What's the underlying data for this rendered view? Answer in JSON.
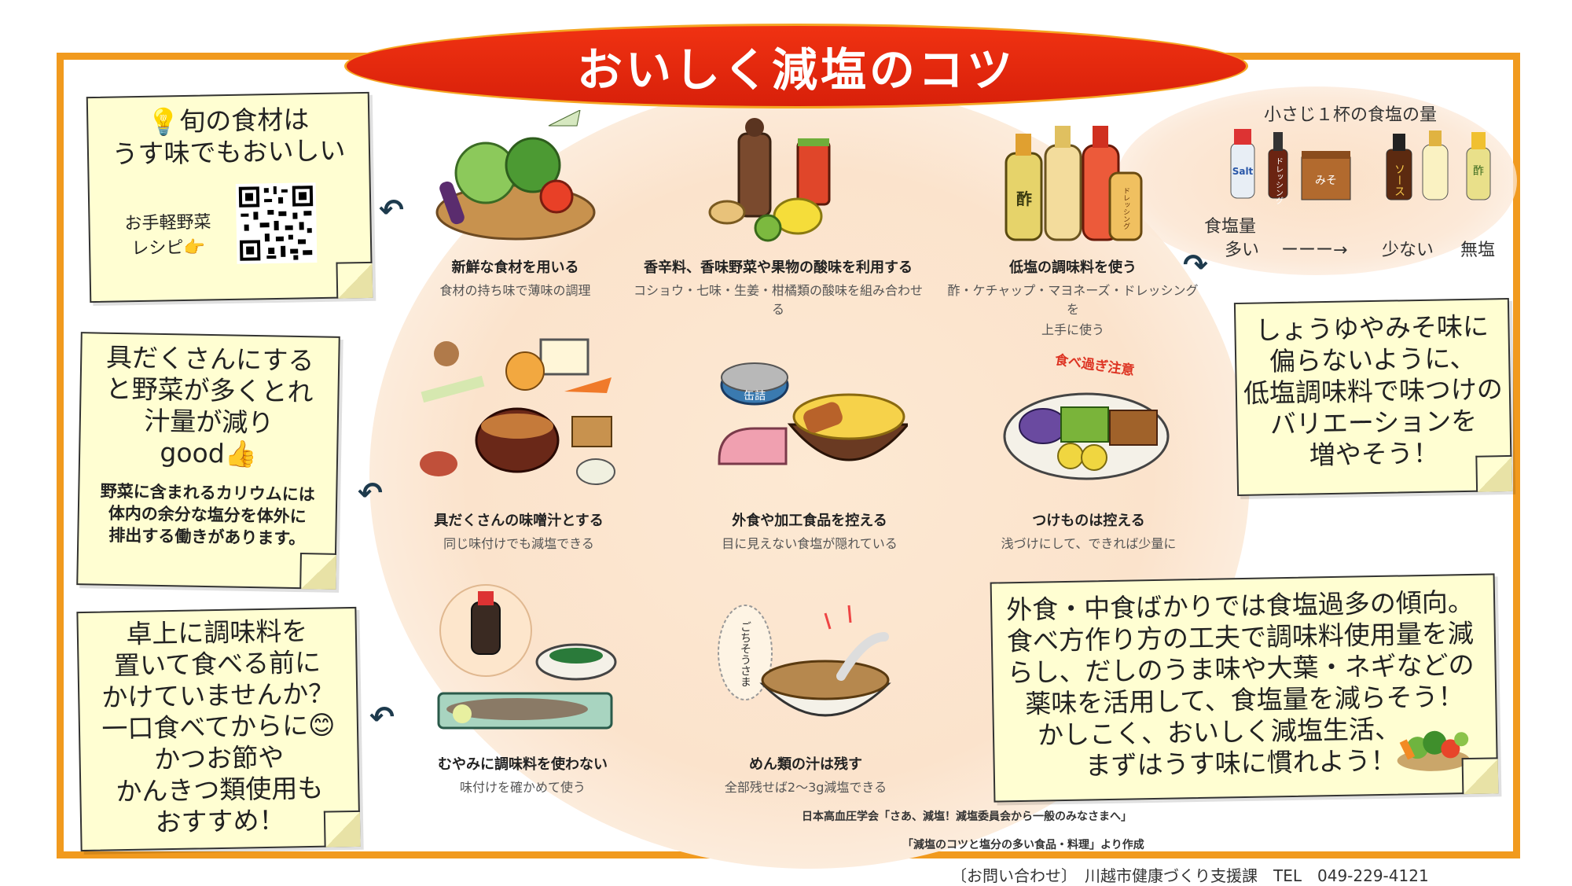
{
  "title": "おいしく減塩のコツ",
  "notes": {
    "seasonal": {
      "line1": "旬の食材は",
      "line2": "うす味でもおいしい",
      "recipe1": "お手軽野菜",
      "recipe2": "レシピ"
    },
    "ingredients": {
      "l1": "具だくさんにする",
      "l2": "と野菜が多くとれ",
      "l3": "汁量が減り",
      "l4": "good",
      "s1": "野菜に含まれるカリウムには",
      "s2": "体内の余分な塩分を体外に",
      "s3": "排出する働きがあります。"
    },
    "table": {
      "l1": "卓上に調味料を",
      "l2": "置いて食べる前に",
      "l3": "かけていませんか？",
      "l4": "一口食べてからに",
      "l5": "かつお節や",
      "l6": "かんきつ類使用も",
      "l7": "おすすめ！"
    },
    "soy": {
      "l1": "しょうゆやみそ味に",
      "l2": "偏らないように、",
      "l3": "低塩調味料で味つけの",
      "l4": "バリエーションを",
      "l5": "増やそう！"
    },
    "eating_out": {
      "l1": "外食・中食ばかりでは食塩過多の傾向。",
      "l2": "食べ方作り方の工夫で調味料使用量を減",
      "l3": "らし、だしのうま味や大葉・ネギなどの",
      "l4": "薬味を活用して、食塩量を減らそう！",
      "l5": "かしこく、おいしく減塩生活、",
      "l6": "まずはうす味に慣れよう！"
    }
  },
  "tips": [
    {
      "title": "新鮮な食材を用いる",
      "desc": "食材の持ち味で薄味の調理"
    },
    {
      "title": "香辛料、香味野菜や果物の酸味を利用する",
      "desc": "コショウ・七味・生姜・柑橘類の酸味を組み合わせる"
    },
    {
      "title": "低塩の調味料を使う",
      "desc": "酢・ケチャップ・マヨネーズ・ドレッシングを",
      "desc2": "上手に使う"
    },
    {
      "title": "具だくさんの味噌汁とする",
      "desc": "同じ味付けでも減塩できる"
    },
    {
      "title": "外食や加工食品を控える",
      "desc": "目に見えない食塩が隠れている"
    },
    {
      "title": "つけものは控える",
      "desc": "浅づけにして、できれば少量に"
    },
    {
      "title": "むやみに調味料を使わない",
      "desc": "味付けを確かめて使う"
    },
    {
      "title": "めん類の汁は残す",
      "desc": "全部残せば2～3g減塩できる"
    }
  ],
  "salt_chart": {
    "title": "小さじ１杯の食塩の量",
    "label1": "食塩量",
    "label2": "多い",
    "arrow": "ーーー→",
    "less": "少ない",
    "none": "無塩",
    "bottle_salt": "Salt",
    "bottle_dressing": "ドレッシング",
    "box_miso": "みそ",
    "bottle_sauce": "ソース",
    "bottle_vinegar": "酢"
  },
  "illustration_labels": {
    "vinegar": "酢",
    "dressing": "ドレッシング",
    "overeat": "食べ過ぎ注意",
    "can": "缶詰",
    "gochisou": "ごちそうさま"
  },
  "source": {
    "line1": "日本高血圧学会「さあ、減塩！減塩委員会から一般のみなさまへ」",
    "line2": "「減塩のコツと塩分の多い食品・料理」より作成"
  },
  "contact": "〔お問い合わせ〕　川越市健康づくり支援課　TEL　049-229-4121",
  "colors": {
    "frame": "#f19a1e",
    "title_bg": "#e32a0e",
    "note_bg": "#fffed2"
  }
}
